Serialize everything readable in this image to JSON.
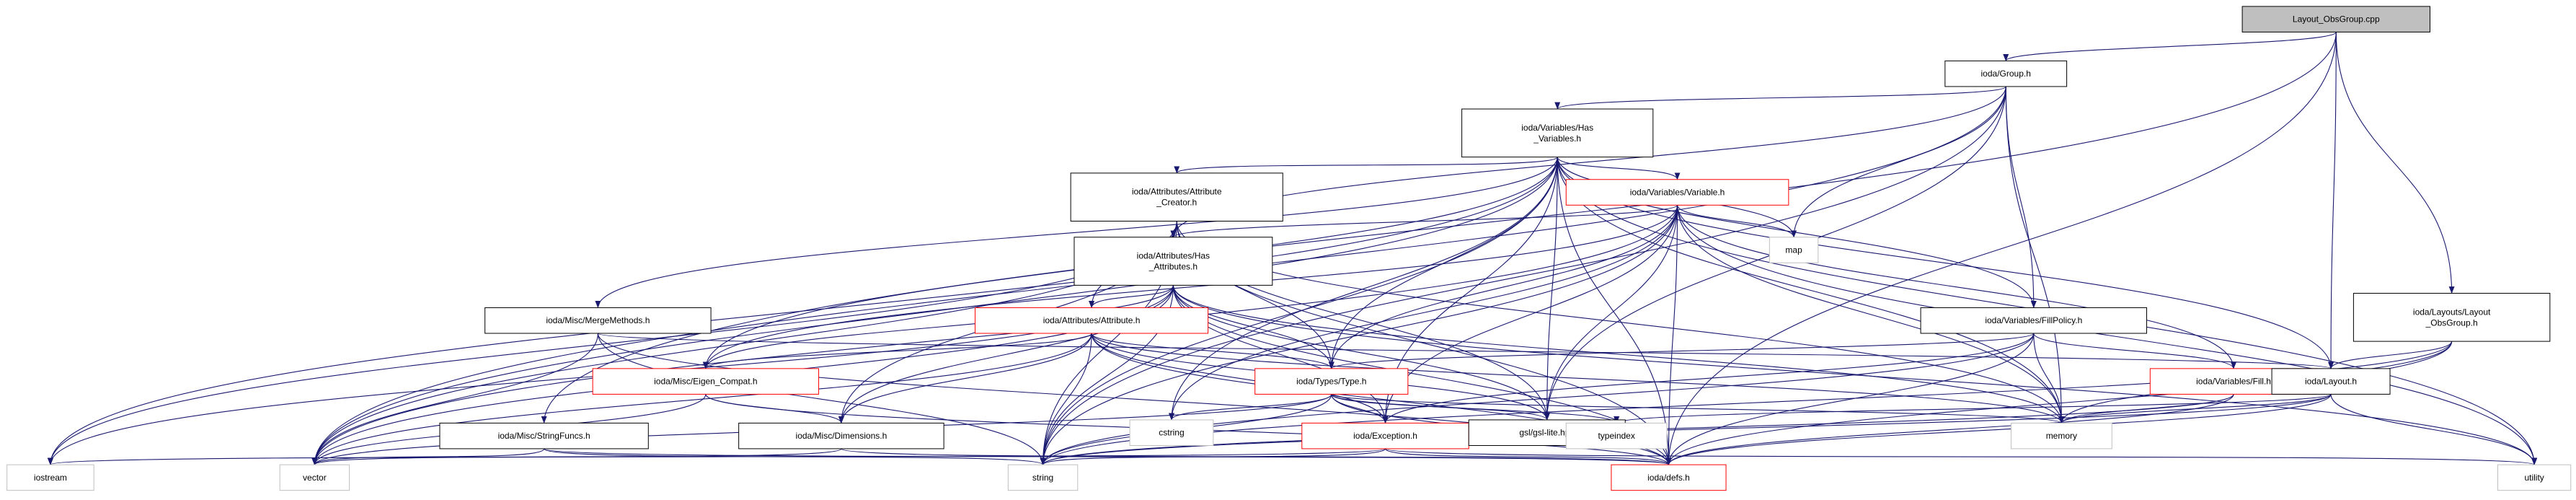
{
  "colors": {
    "edge": "#191970",
    "root_fill": "#bfbfbf",
    "root_stroke": "#000000",
    "node_stroke": "#000000",
    "missing_stroke": "#ff0000",
    "external_stroke": "#bfbfbf"
  },
  "nodes": [
    {
      "id": "root",
      "kind": "root",
      "lines": [
        "Layout_ObsGroup.cpp"
      ]
    },
    {
      "id": "group",
      "kind": "doc",
      "lines": [
        "ioda/Group.h"
      ]
    },
    {
      "id": "hasvars",
      "kind": "doc",
      "lines": [
        "ioda/Variables/Has",
        "_Variables.h"
      ]
    },
    {
      "id": "attrcreator",
      "kind": "doc",
      "lines": [
        "ioda/Attributes/Attribute",
        "_Creator.h"
      ]
    },
    {
      "id": "variable",
      "kind": "missing",
      "lines": [
        "ioda/Variables/Variable.h"
      ]
    },
    {
      "id": "hasattrs",
      "kind": "doc",
      "lines": [
        "ioda/Attributes/Has",
        "_Attributes.h"
      ]
    },
    {
      "id": "mergemethods",
      "kind": "doc",
      "lines": [
        "ioda/Misc/MergeMethods.h"
      ]
    },
    {
      "id": "attribute",
      "kind": "missing",
      "lines": [
        "ioda/Attributes/Attribute.h"
      ]
    },
    {
      "id": "fillpolicy",
      "kind": "doc",
      "lines": [
        "ioda/Variables/FillPolicy.h"
      ]
    },
    {
      "id": "layoutobsgroup",
      "kind": "doc",
      "lines": [
        "ioda/Layouts/Layout",
        "_ObsGroup.h"
      ]
    },
    {
      "id": "eigencompat",
      "kind": "missing",
      "lines": [
        "ioda/Misc/Eigen_Compat.h"
      ]
    },
    {
      "id": "types",
      "kind": "missing",
      "lines": [
        "ioda/Types/Type.h"
      ]
    },
    {
      "id": "fill",
      "kind": "missing",
      "lines": [
        "ioda/Variables/Fill.h"
      ]
    },
    {
      "id": "layout",
      "kind": "doc",
      "lines": [
        "ioda/Layout.h"
      ]
    },
    {
      "id": "stringfuncs",
      "kind": "doc",
      "lines": [
        "ioda/Misc/StringFuncs.h"
      ]
    },
    {
      "id": "dimensions",
      "kind": "doc",
      "lines": [
        "ioda/Misc/Dimensions.h"
      ]
    },
    {
      "id": "exception",
      "kind": "missing",
      "lines": [
        "ioda/Exception.h"
      ]
    },
    {
      "id": "cstring",
      "kind": "ext",
      "lines": [
        "cstring"
      ]
    },
    {
      "id": "gsllite",
      "kind": "doc",
      "lines": [
        "gsl/gsl-lite.hpp"
      ]
    },
    {
      "id": "typeindex",
      "kind": "ext",
      "lines": [
        "typeindex"
      ]
    },
    {
      "id": "memory",
      "kind": "ext",
      "lines": [
        "memory"
      ]
    },
    {
      "id": "map",
      "kind": "ext",
      "lines": [
        "map"
      ]
    },
    {
      "id": "iostream",
      "kind": "ext",
      "lines": [
        "iostream"
      ]
    },
    {
      "id": "vector",
      "kind": "ext",
      "lines": [
        "vector"
      ]
    },
    {
      "id": "string",
      "kind": "ext",
      "lines": [
        "string"
      ]
    },
    {
      "id": "defs",
      "kind": "missing",
      "lines": [
        "ioda/defs.h"
      ]
    },
    {
      "id": "utility",
      "kind": "ext",
      "lines": [
        "utility"
      ]
    }
  ],
  "edges": [
    [
      "root",
      "group"
    ],
    [
      "root",
      "layoutobsgroup"
    ],
    [
      "root",
      "layout"
    ],
    [
      "root",
      "stringfuncs"
    ],
    [
      "root",
      "defs"
    ],
    [
      "group",
      "hasvars"
    ],
    [
      "group",
      "hasattrs"
    ],
    [
      "group",
      "fillpolicy"
    ],
    [
      "group",
      "gsllite"
    ],
    [
      "group",
      "map"
    ],
    [
      "group",
      "memory"
    ],
    [
      "group",
      "string"
    ],
    [
      "group",
      "vector"
    ],
    [
      "hasvars",
      "attrcreator"
    ],
    [
      "hasvars",
      "variable"
    ],
    [
      "hasvars",
      "mergemethods"
    ],
    [
      "hasvars",
      "eigencompat"
    ],
    [
      "hasvars",
      "types"
    ],
    [
      "hasvars",
      "exception"
    ],
    [
      "hasvars",
      "fillpolicy"
    ],
    [
      "hasvars",
      "layout"
    ],
    [
      "hasvars",
      "gsllite"
    ],
    [
      "hasvars",
      "map"
    ],
    [
      "hasvars",
      "memory"
    ],
    [
      "hasvars",
      "iostream"
    ],
    [
      "hasvars",
      "vector"
    ],
    [
      "hasvars",
      "string"
    ],
    [
      "hasvars",
      "cstring"
    ],
    [
      "hasvars",
      "defs"
    ],
    [
      "hasvars",
      "utility"
    ],
    [
      "attrcreator",
      "hasattrs"
    ],
    [
      "attrcreator",
      "attribute"
    ],
    [
      "attrcreator",
      "types"
    ],
    [
      "attrcreator",
      "dimensions"
    ],
    [
      "attrcreator",
      "gsllite"
    ],
    [
      "attrcreator",
      "memory"
    ],
    [
      "attrcreator",
      "vector"
    ],
    [
      "attrcreator",
      "string"
    ],
    [
      "attrcreator",
      "iostream"
    ],
    [
      "attrcreator",
      "defs"
    ],
    [
      "variable",
      "hasattrs"
    ],
    [
      "variable",
      "eigencompat"
    ],
    [
      "variable",
      "types"
    ],
    [
      "variable",
      "exception"
    ],
    [
      "variable",
      "fill"
    ],
    [
      "variable",
      "gsllite"
    ],
    [
      "variable",
      "map"
    ],
    [
      "variable",
      "memory"
    ],
    [
      "variable",
      "vector"
    ],
    [
      "variable",
      "string"
    ],
    [
      "variable",
      "cstring"
    ],
    [
      "variable",
      "defs"
    ],
    [
      "variable",
      "utility"
    ],
    [
      "hasattrs",
      "attribute"
    ],
    [
      "hasattrs",
      "eigencompat"
    ],
    [
      "hasattrs",
      "types"
    ],
    [
      "hasattrs",
      "dimensions"
    ],
    [
      "hasattrs",
      "exception"
    ],
    [
      "hasattrs",
      "gsllite"
    ],
    [
      "hasattrs",
      "memory"
    ],
    [
      "hasattrs",
      "vector"
    ],
    [
      "hasattrs",
      "string"
    ],
    [
      "hasattrs",
      "iostream"
    ],
    [
      "hasattrs",
      "defs"
    ],
    [
      "hasattrs",
      "utility"
    ],
    [
      "mergemethods",
      "layout"
    ],
    [
      "mergemethods",
      "vector"
    ],
    [
      "mergemethods",
      "string"
    ],
    [
      "mergemethods",
      "defs"
    ],
    [
      "attribute",
      "eigencompat"
    ],
    [
      "attribute",
      "types"
    ],
    [
      "attribute",
      "dimensions"
    ],
    [
      "attribute",
      "exception"
    ],
    [
      "attribute",
      "gsllite"
    ],
    [
      "attribute",
      "vector"
    ],
    [
      "attribute",
      "string"
    ],
    [
      "attribute",
      "memory"
    ],
    [
      "attribute",
      "defs"
    ],
    [
      "fillpolicy",
      "fill"
    ],
    [
      "fillpolicy",
      "types"
    ],
    [
      "fillpolicy",
      "exception"
    ],
    [
      "fillpolicy",
      "memory"
    ],
    [
      "fillpolicy",
      "string"
    ],
    [
      "fillpolicy",
      "defs"
    ],
    [
      "layoutobsgroup",
      "layout"
    ],
    [
      "layoutobsgroup",
      "memory"
    ],
    [
      "layoutobsgroup",
      "string"
    ],
    [
      "layoutobsgroup",
      "defs"
    ],
    [
      "eigencompat",
      "dimensions"
    ],
    [
      "eigencompat",
      "vector"
    ],
    [
      "eigencompat",
      "defs"
    ],
    [
      "types",
      "exception"
    ],
    [
      "types",
      "gsllite"
    ],
    [
      "types",
      "typeindex"
    ],
    [
      "types",
      "memory"
    ],
    [
      "types",
      "vector"
    ],
    [
      "types",
      "string"
    ],
    [
      "types",
      "cstring"
    ],
    [
      "types",
      "defs"
    ],
    [
      "fill",
      "string"
    ],
    [
      "fill",
      "defs"
    ],
    [
      "fill",
      "memory"
    ],
    [
      "layout",
      "memory"
    ],
    [
      "layout",
      "string"
    ],
    [
      "layout",
      "defs"
    ],
    [
      "layout",
      "utility"
    ],
    [
      "layout",
      "typeindex"
    ],
    [
      "stringfuncs",
      "vector"
    ],
    [
      "stringfuncs",
      "string"
    ],
    [
      "stringfuncs",
      "defs"
    ],
    [
      "dimensions",
      "vector"
    ],
    [
      "dimensions",
      "defs"
    ],
    [
      "exception",
      "string"
    ],
    [
      "exception",
      "iostream"
    ],
    [
      "exception",
      "defs"
    ],
    [
      "exception",
      "utility"
    ]
  ]
}
